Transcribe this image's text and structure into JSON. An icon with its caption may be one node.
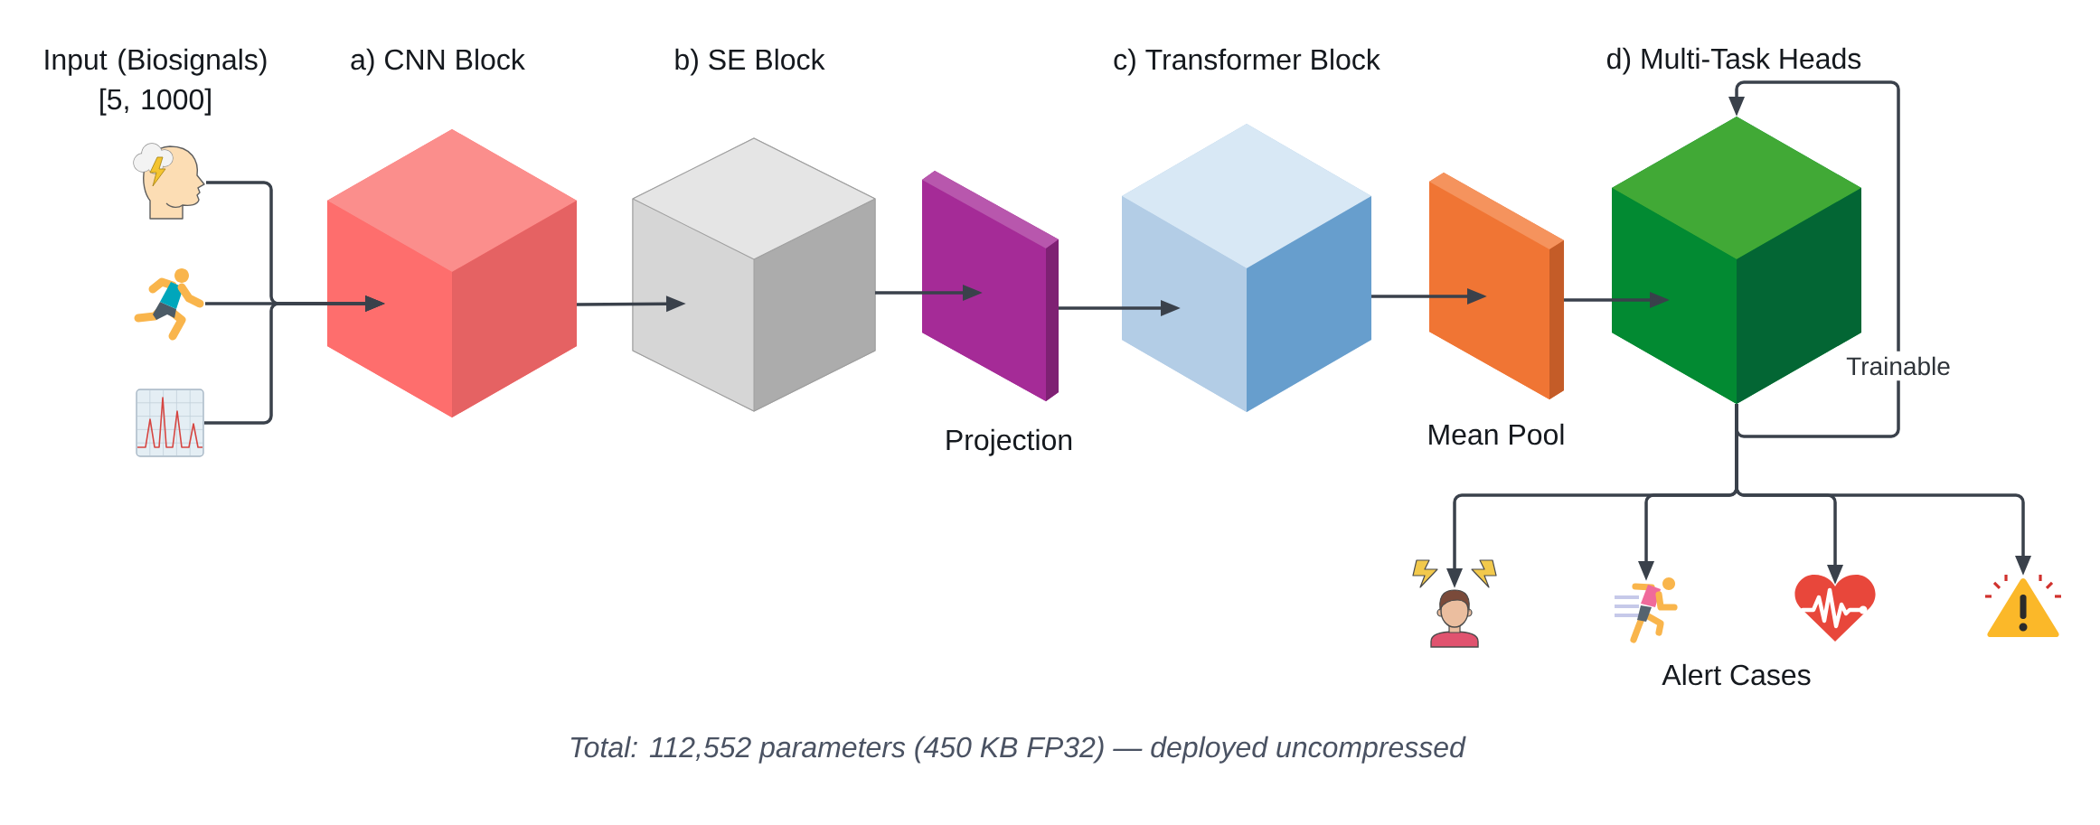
{
  "diagram": {
    "caption": "Total: 112,552 parameters (450 KB FP32) — deployed uncompressed",
    "nodes": [
      {
        "text": [],
        "shape": "picture"
      },
      {
        "text": [],
        "shape": "picture"
      },
      {
        "text": [],
        "shape": "picture"
      },
      {
        "text": [
          "a) CNN Block"
        ]
      },
      {
        "text": [
          "b) SE Block"
        ]
      },
      {
        "text": [
          "Projection"
        ]
      },
      {
        "text": [
          "c) Transformer Block"
        ]
      },
      {
        "text": [
          "Mean Pool"
        ]
      },
      {
        "text": [
          "d) Multi-Task Heads"
        ]
      },
      {
        "text": [],
        "shape": "picture"
      },
      {
        "text": [],
        "shape": "picture"
      },
      {
        "text": [],
        "shape": "picture"
      },
      {
        "text": [],
        "shape": "picture"
      }
    ],
    "edges": [
      {
        "from": 0,
        "to": 3,
        "arrow": "to"
      },
      {
        "from": 1,
        "to": 3,
        "arrow": "to"
      },
      {
        "from": 2,
        "to": 3,
        "arrow": "to"
      },
      {
        "from": 3,
        "to": 4,
        "arrow": "to"
      },
      {
        "from": 4,
        "to": 5,
        "arrow": "to"
      },
      {
        "from": 5,
        "to": 6,
        "arrow": "to"
      },
      {
        "from": 6,
        "to": 7,
        "arrow": "to"
      },
      {
        "from": 7,
        "to": 8,
        "arrow": "to"
      },
      {
        "from": 8,
        "to": 8,
        "arrow": "to",
        "label": "Trainable"
      },
      {
        "from": 8,
        "to": 9,
        "arrow": "to"
      },
      {
        "from": 8,
        "to": 10,
        "arrow": "to"
      },
      {
        "from": 8,
        "to": 11,
        "arrow": "to"
      },
      {
        "from": 8,
        "to": 12,
        "arrow": "to"
      }
    ],
    "labels": [
      "Input (Biosignals) [5, 1000]",
      "Alert Cases"
    ]
  }
}
